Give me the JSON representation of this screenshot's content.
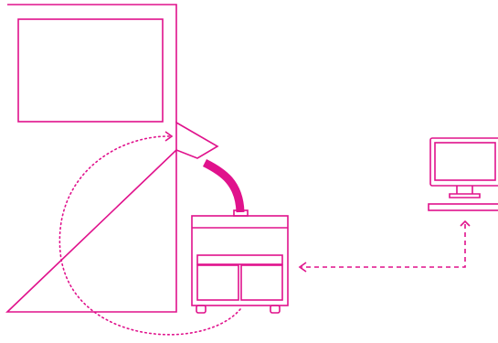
{
  "diagram": {
    "type": "line-illustration",
    "colors": {
      "line": "#e0128c",
      "tube": "#e0128c",
      "background": "#ffffff"
    },
    "elements": [
      {
        "name": "cabinet",
        "icon": "tall-cabinet-with-window"
      },
      {
        "name": "vacuum-hose",
        "icon": "thick-hose"
      },
      {
        "name": "collection-unit",
        "icon": "unit-on-wheels"
      },
      {
        "name": "computer",
        "icon": "desktop-monitor"
      }
    ],
    "connections": [
      {
        "from": "computer",
        "to": "collection-unit",
        "style": "dashed-arrow"
      },
      {
        "from": "collection-unit",
        "to": "cabinet",
        "style": "dotted-arc-arrow"
      }
    ]
  }
}
